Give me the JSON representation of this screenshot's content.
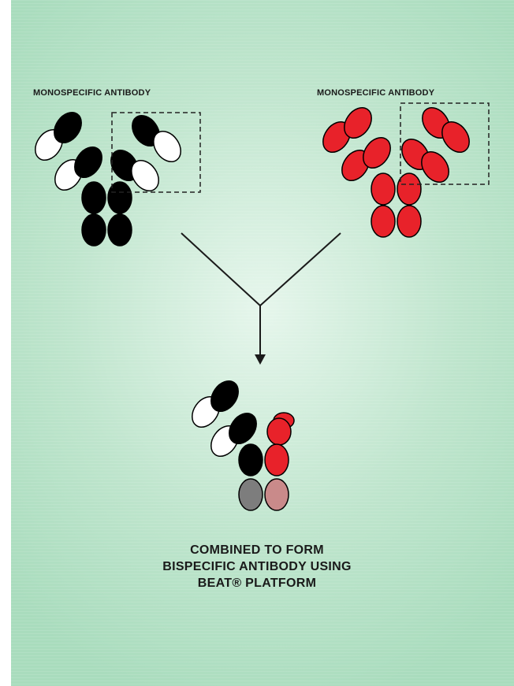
{
  "labels": {
    "left_antibody": "MONOSPECIFIC ANTIBODY",
    "right_antibody": "MONOSPECIFIC ANTIBODY"
  },
  "caption": {
    "line1": "COMBINED TO FORM",
    "line2": "BISPECIFIC ANTIBODY USING",
    "line3": "BEAT® PLATFORM"
  },
  "colors": {
    "background": "#bfe5cd",
    "black_domain": "#000000",
    "white_domain": "#ffffff",
    "red_domain": "#e8222a",
    "grey_fc": "#7d7d7d",
    "pink_fc": "#c98a8a"
  }
}
